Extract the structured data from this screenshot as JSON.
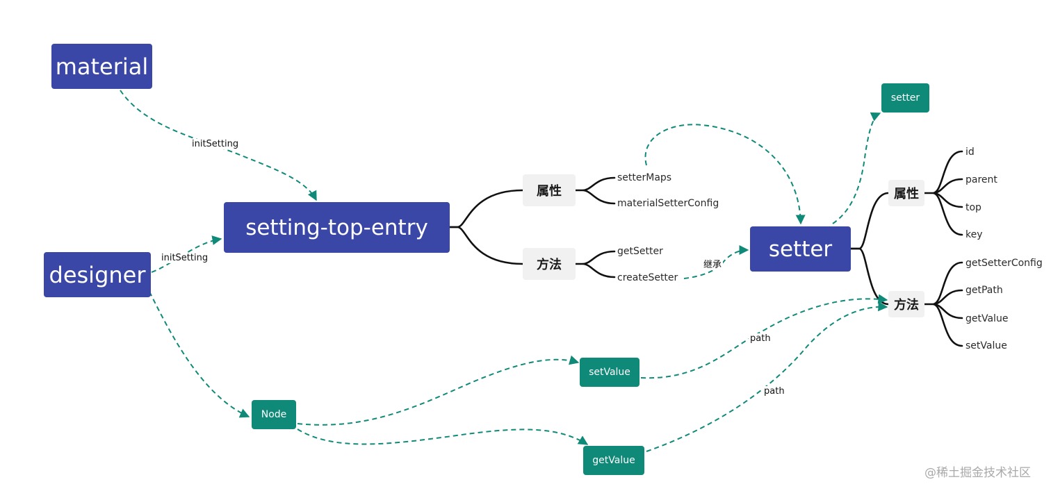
{
  "nodes": {
    "material": "material",
    "designer": "designer",
    "setting_top_entry": "setting-top-entry",
    "setter_main": "setter",
    "setter_small": "setter",
    "node": "Node",
    "setvalue": "setValue",
    "getvalue": "getValue"
  },
  "groups": {
    "ste_props": "属性",
    "ste_methods": "方法",
    "setter_props": "属性",
    "setter_methods": "方法"
  },
  "leaves": {
    "ste_props": [
      "setterMaps",
      "materialSetterConfig"
    ],
    "ste_methods": [
      "getSetter",
      "createSetter"
    ],
    "setter_props": [
      "id",
      "parent",
      "top",
      "key"
    ],
    "setter_methods": [
      "getSetterConfig",
      "getPath",
      "getValue",
      "setValue"
    ]
  },
  "edge_labels": {
    "material_init": "initSetting",
    "designer_init": "initSetting",
    "inherit": "继承",
    "path_setvalue": "path",
    "path_getvalue": "path"
  },
  "watermark": "@稀土掘金技术社区",
  "colors": {
    "primary_node": "#3a47a6",
    "secondary_node": "#0f8a78",
    "group_node": "#f1f1f1",
    "tree_line": "#111111",
    "dashed_link": "#0f8a78"
  }
}
